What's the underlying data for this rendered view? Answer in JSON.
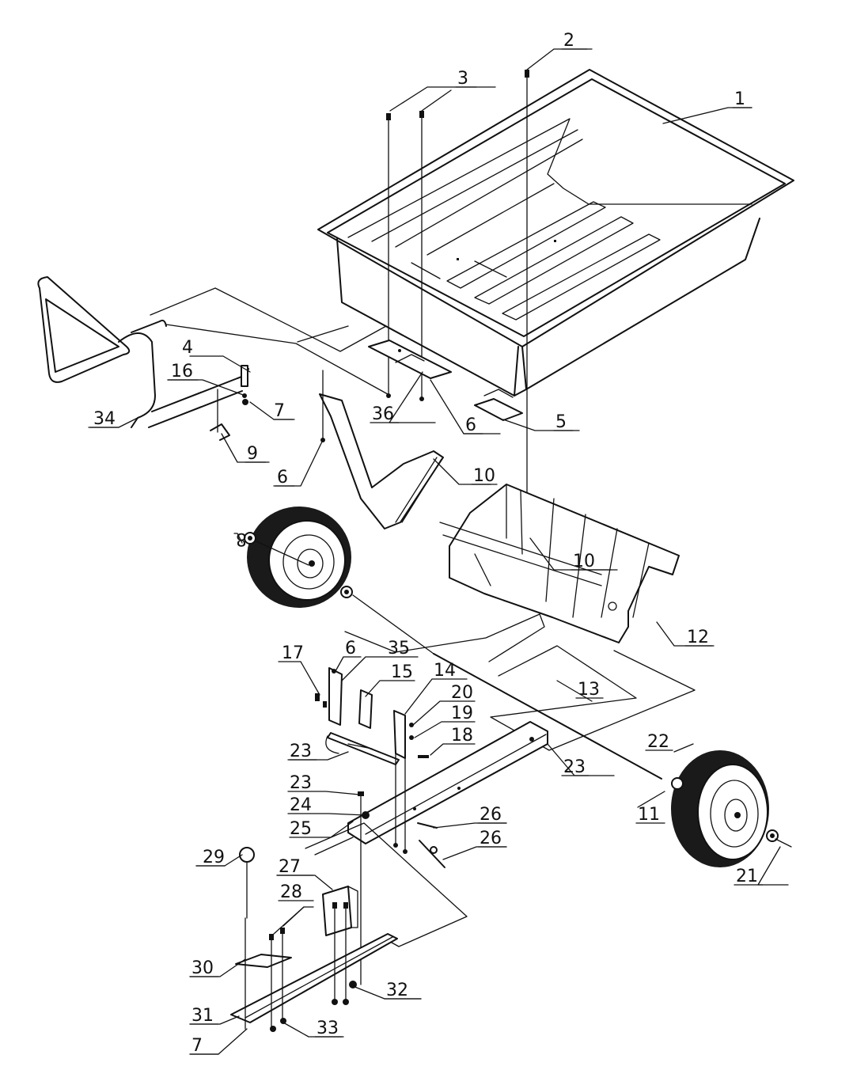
{
  "callouts": [
    {
      "id": "c1",
      "text": "1"
    },
    {
      "id": "c2",
      "text": "2"
    },
    {
      "id": "c3",
      "text": "3"
    },
    {
      "id": "c4",
      "text": "4"
    },
    {
      "id": "c5",
      "text": "5"
    },
    {
      "id": "c6a",
      "text": "6"
    },
    {
      "id": "c6b",
      "text": "6"
    },
    {
      "id": "c6c",
      "text": "6"
    },
    {
      "id": "c7a",
      "text": "7"
    },
    {
      "id": "c7b",
      "text": "7"
    },
    {
      "id": "c8",
      "text": "8"
    },
    {
      "id": "c9",
      "text": "9"
    },
    {
      "id": "c10a",
      "text": "10"
    },
    {
      "id": "c10b",
      "text": "10"
    },
    {
      "id": "c11",
      "text": "11"
    },
    {
      "id": "c12",
      "text": "12"
    },
    {
      "id": "c13",
      "text": "13"
    },
    {
      "id": "c14",
      "text": "14"
    },
    {
      "id": "c15",
      "text": "15"
    },
    {
      "id": "c16",
      "text": "16"
    },
    {
      "id": "c17",
      "text": "17"
    },
    {
      "id": "c18",
      "text": "18"
    },
    {
      "id": "c19",
      "text": "19"
    },
    {
      "id": "c20",
      "text": "20"
    },
    {
      "id": "c21",
      "text": "21"
    },
    {
      "id": "c22",
      "text": "22"
    },
    {
      "id": "c23a",
      "text": "23"
    },
    {
      "id": "c23b",
      "text": "23"
    },
    {
      "id": "c23c",
      "text": "23"
    },
    {
      "id": "c24",
      "text": "24"
    },
    {
      "id": "c25",
      "text": "25"
    },
    {
      "id": "c26a",
      "text": "26"
    },
    {
      "id": "c26b",
      "text": "26"
    },
    {
      "id": "c27",
      "text": "27"
    },
    {
      "id": "c28",
      "text": "28"
    },
    {
      "id": "c29",
      "text": "29"
    },
    {
      "id": "c30",
      "text": "30"
    },
    {
      "id": "c31",
      "text": "31"
    },
    {
      "id": "c32",
      "text": "32"
    },
    {
      "id": "c33",
      "text": "33"
    },
    {
      "id": "c34",
      "text": "34"
    },
    {
      "id": "c35",
      "text": "35"
    },
    {
      "id": "c36",
      "text": "36"
    }
  ]
}
